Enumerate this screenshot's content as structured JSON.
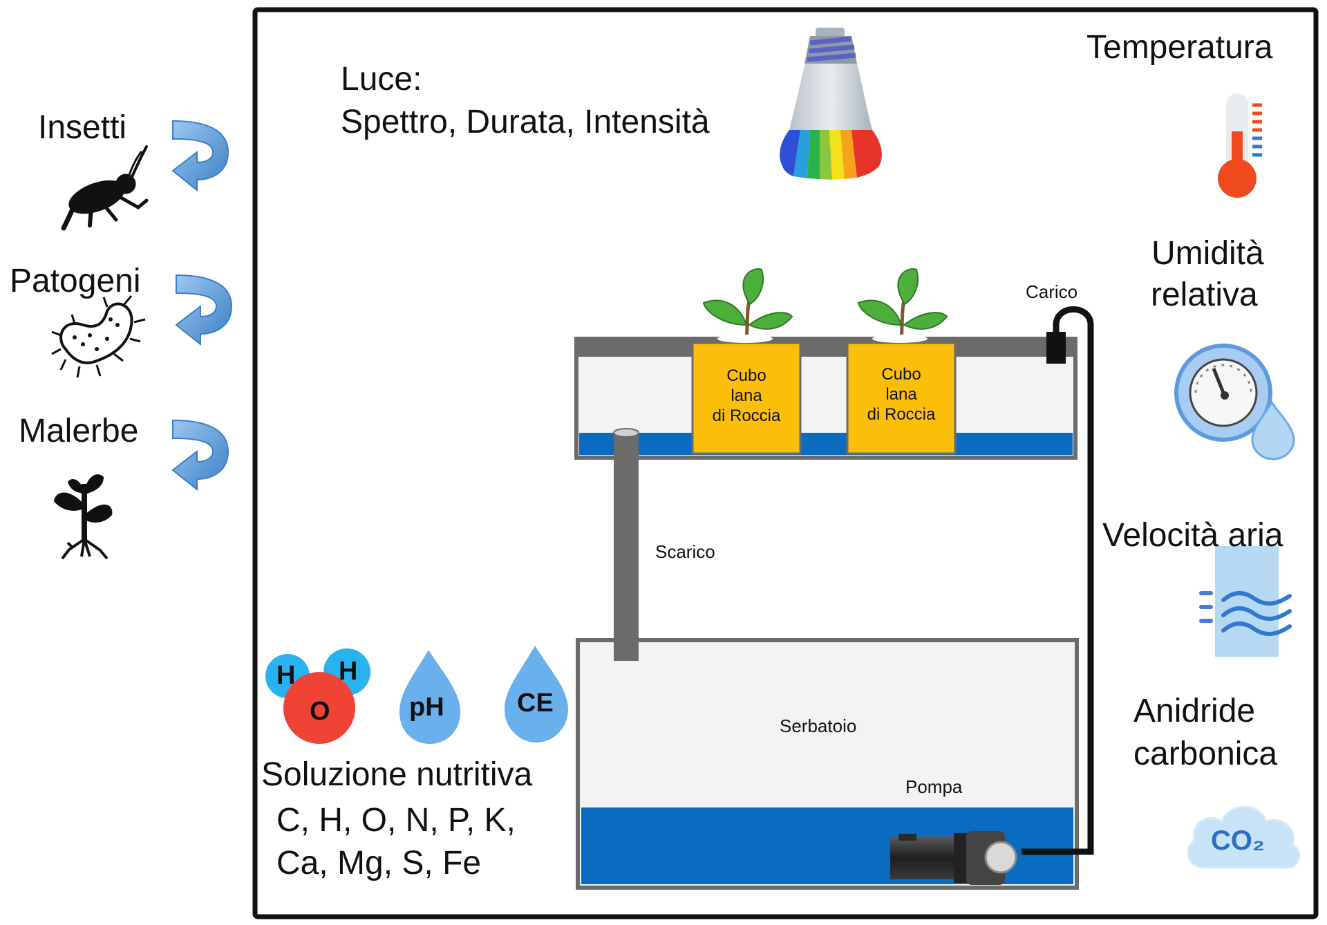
{
  "threats": {
    "insects": "Insetti",
    "pathogens": "Patogeni",
    "weeds": "Malerbe"
  },
  "light": {
    "title": "Luce:",
    "params": "Spettro, Durata, Intensità"
  },
  "environment": {
    "temperature": "Temperatura",
    "humidity_line1": "Umidità",
    "humidity_line2": "relativa",
    "air_speed": "Velocità aria",
    "co2_line1": "Anidride",
    "co2_line2": "carbonica",
    "co2_symbol": "CO₂"
  },
  "system": {
    "inlet": "Carico",
    "drain": "Scarico",
    "reservoir": "Serbatoio",
    "pump": "Pompa",
    "cube1_line1": "Cubo",
    "cube1_line2": "lana",
    "cube1_line3": "di Roccia",
    "cube2_line1": "Cubo",
    "cube2_line2": "lana",
    "cube2_line3": "di Roccia"
  },
  "solution": {
    "h1": "H",
    "h2": "H",
    "o": "O",
    "ph": "pH",
    "ce": "CE",
    "title": "Soluzione nutritiva",
    "elements_line1": "C, H, O, N, P, K,",
    "elements_line2": "Ca, Mg, S, Fe"
  },
  "colors": {
    "water": "#0a6cc0",
    "cube": "#fbbf0a",
    "pipe": "#6b6b6b",
    "arrow": "#5b9bd5",
    "droplet": "#6ab0ec"
  }
}
